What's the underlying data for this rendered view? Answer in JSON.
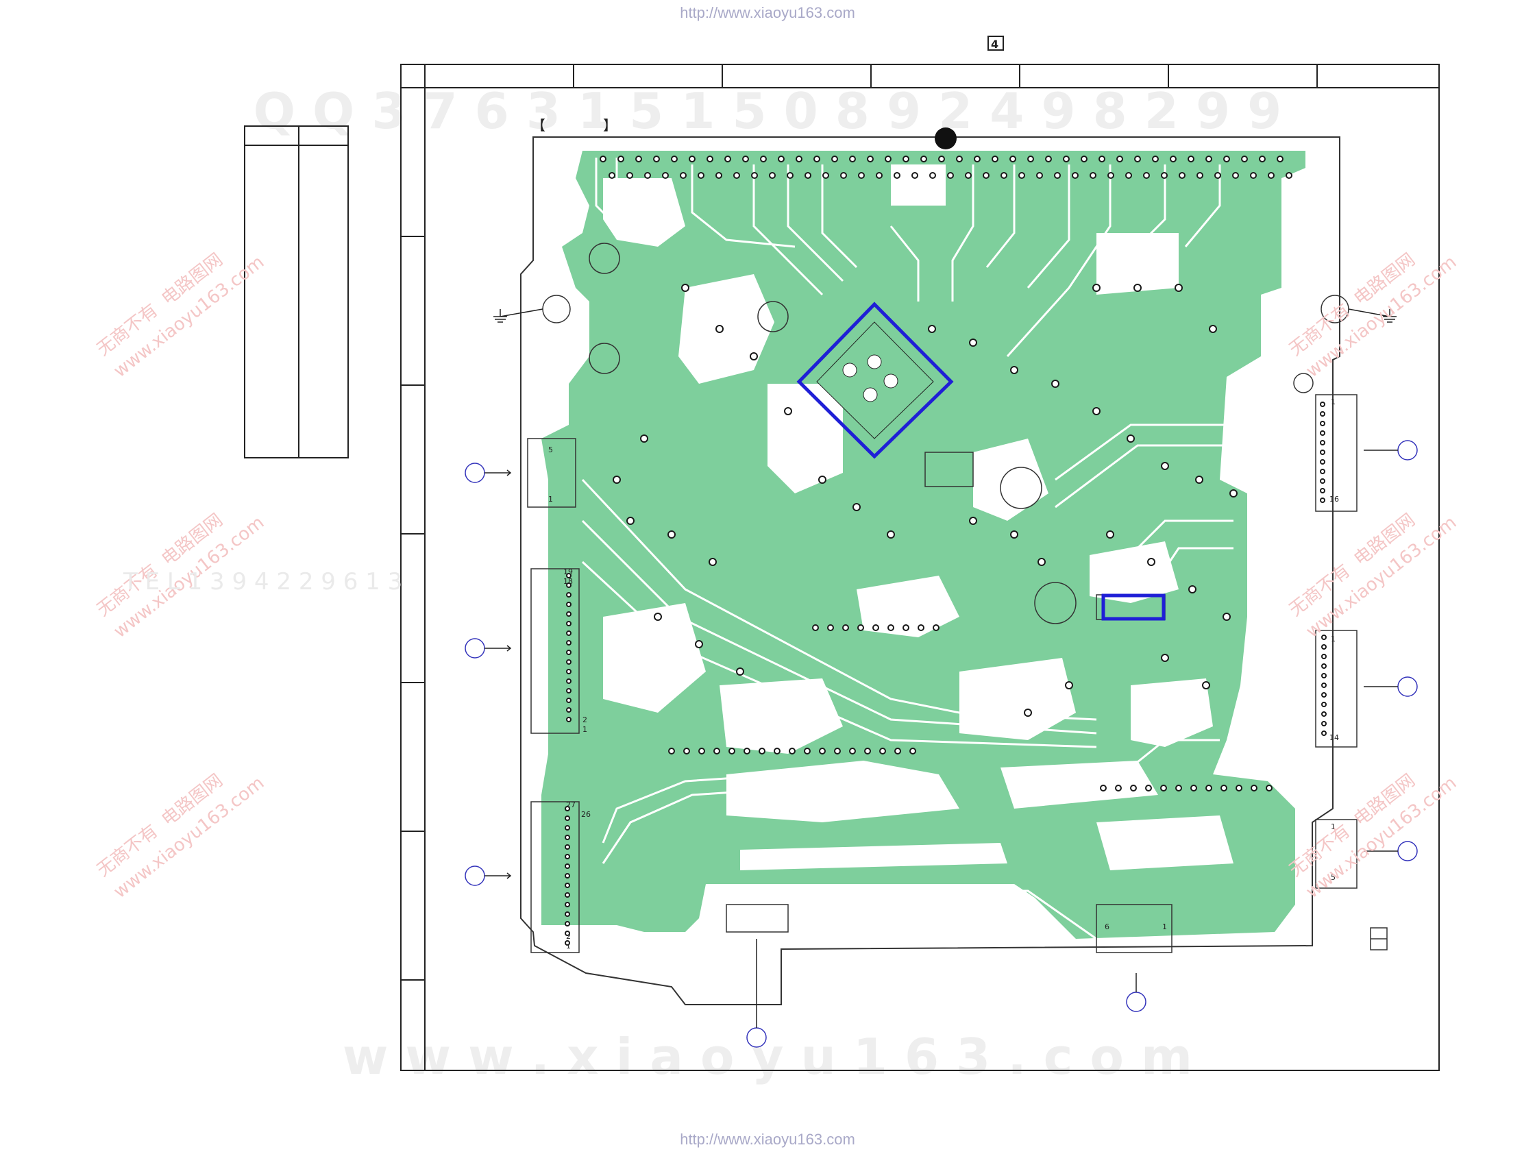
{
  "header": {
    "url_top": "http://www.xiaoyu163.com",
    "url_bottom": "http://www.xiaoyu163.com"
  },
  "watermarks": {
    "qq_row": "Q Q   3 7 6 3 1 5 1 5 0       8 9 2 4 9 8 2 9 9",
    "phone_row": "T E L   1 3 9 4 2 2 9 6 1 3",
    "site_row": "w w w . x i a o y u 1 6 3 . c o m",
    "stamp_cn": "无商不有",
    "stamp_cn2": "电路图网",
    "stamp_url": "www.xiaoyu163.com"
  },
  "board": {
    "bracket_open": "【",
    "bracket_close": "】",
    "connector_left_top_pins": [
      "5",
      "1"
    ],
    "connector_left_mid_pins": [
      "19",
      "18",
      "2",
      "1"
    ],
    "connector_left_bot_pins": [
      "27",
      "26",
      "2",
      "1"
    ],
    "connector_bottom_pins": [
      "6",
      "1"
    ],
    "connector_right_top_pins": [
      "1",
      "16"
    ],
    "connector_right_mid_pins": [
      "1",
      "14"
    ],
    "connector_right_bot_pins": [
      "1",
      "5"
    ]
  },
  "colors": {
    "copper": "#7ecf9c",
    "copper_dark": "#5fbf86",
    "outline": "#222222",
    "highlight": "#1f1fd6",
    "pad": "#1a1a1a"
  }
}
